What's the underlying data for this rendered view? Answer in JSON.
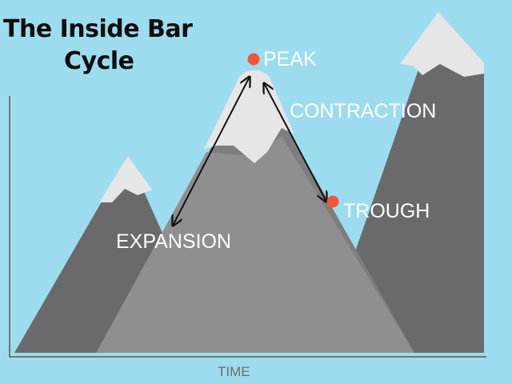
{
  "title": {
    "line1": "The Inside Bar",
    "line2": "Cycle"
  },
  "labels": {
    "peak": "PEAK",
    "contraction": "CONTRACTION",
    "trough": "TROUGH",
    "expansion": "EXPANSION"
  },
  "axis": {
    "x_label": "TIME"
  },
  "colors": {
    "sky": "#9ddcef",
    "mountain_dark": "#6a6a6c",
    "mountain_mid": "#7e7e80",
    "mountain_light": "#8f8f8f",
    "snow": "#e6e6e6",
    "marker": "#f0573a",
    "arrow": "#111111",
    "axis": "#757575"
  }
}
